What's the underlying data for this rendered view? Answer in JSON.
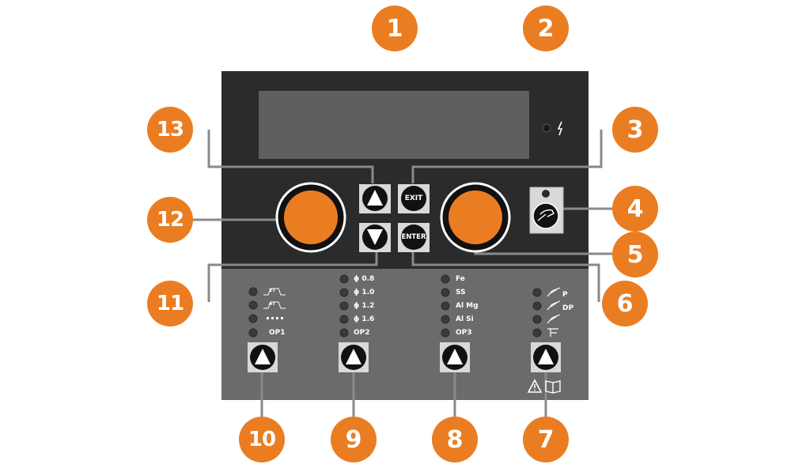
{
  "callouts": [
    {
      "id": "1",
      "label": "1"
    },
    {
      "id": "2",
      "label": "2"
    },
    {
      "id": "3",
      "label": "3"
    },
    {
      "id": "4",
      "label": "4"
    },
    {
      "id": "5",
      "label": "5"
    },
    {
      "id": "6",
      "label": "6"
    },
    {
      "id": "7",
      "label": "7"
    },
    {
      "id": "8",
      "label": "8"
    },
    {
      "id": "9",
      "label": "9"
    },
    {
      "id": "10",
      "label": "10"
    },
    {
      "id": "11",
      "label": "11"
    },
    {
      "id": "12",
      "label": "12"
    },
    {
      "id": "13",
      "label": "13"
    }
  ],
  "buttons": {
    "exit_label": "EXIT",
    "enter_label": "ENTER"
  },
  "groups": {
    "mode": {
      "items": [
        "2T",
        "4T",
        "••••",
        "OP1"
      ]
    },
    "diameter": {
      "items": [
        "0.8",
        "1.0",
        "1.2",
        "1.6",
        "OP2"
      ],
      "prefix": "ϕ"
    },
    "material": {
      "items": [
        "Fe",
        "SS",
        "Al Mg",
        "Al Si",
        "OP3"
      ]
    },
    "torch": {
      "items": [
        "P",
        "DP",
        "",
        ""
      ]
    }
  },
  "colors": {
    "accent": "#ea7d22",
    "panel_top": "#2b2b2b",
    "panel_bottom": "#6b6b6b",
    "display": "#5f5f5f",
    "led_off": "#3a3a3a"
  },
  "icons": [
    "power-indicator-icon",
    "torch-icon",
    "up-arrow-icon",
    "down-arrow-icon",
    "warning-icon",
    "manual-book-icon"
  ]
}
